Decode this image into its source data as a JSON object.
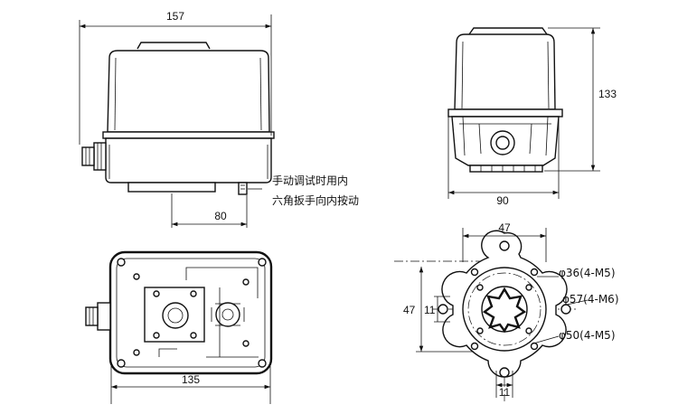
{
  "dimensions": {
    "width_top": "157",
    "height_side": "133",
    "width_side": "90",
    "offset_bottom": "80",
    "width_base": "135",
    "flange_width": "47",
    "flange_height": "47",
    "slot_width": "11",
    "slot_height": "11"
  },
  "notes": {
    "manual_line1": "手动调试时用内",
    "manual_line2": "六角扳手向内按动"
  },
  "callouts": {
    "bolt_circle_36": "φ36(4-M5)",
    "bolt_circle_57": "φ57(4-M6)",
    "bolt_circle_50": "φ50(4-M5)"
  }
}
